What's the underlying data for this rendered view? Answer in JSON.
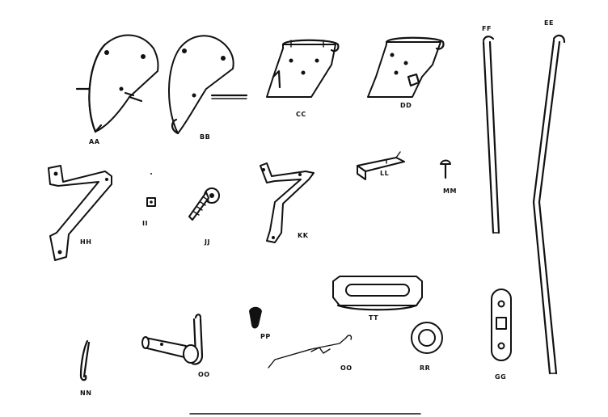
{
  "parts": [
    {
      "id": "AA",
      "label": "AA"
    },
    {
      "id": "BB",
      "label": "BB"
    },
    {
      "id": "CC",
      "label": "CC"
    },
    {
      "id": "DD",
      "label": "DD"
    },
    {
      "id": "FF",
      "label": "FF"
    },
    {
      "id": "EE",
      "label": "EE"
    },
    {
      "id": "HH",
      "label": "HH"
    },
    {
      "id": "II",
      "label": "II"
    },
    {
      "id": "JJ",
      "label": "JJ"
    },
    {
      "id": "KK",
      "label": "KK"
    },
    {
      "id": "LL",
      "label": "LL"
    },
    {
      "id": "MM",
      "label": "MM"
    },
    {
      "id": "TT",
      "label": "TT"
    },
    {
      "id": "PP",
      "label": "PP"
    },
    {
      "id": "NN",
      "label": "NN"
    },
    {
      "id": "OO1",
      "label": "OO"
    },
    {
      "id": "OO2",
      "label": "OO"
    },
    {
      "id": "RR",
      "label": "RR"
    },
    {
      "id": "GG",
      "label": "GG"
    }
  ]
}
